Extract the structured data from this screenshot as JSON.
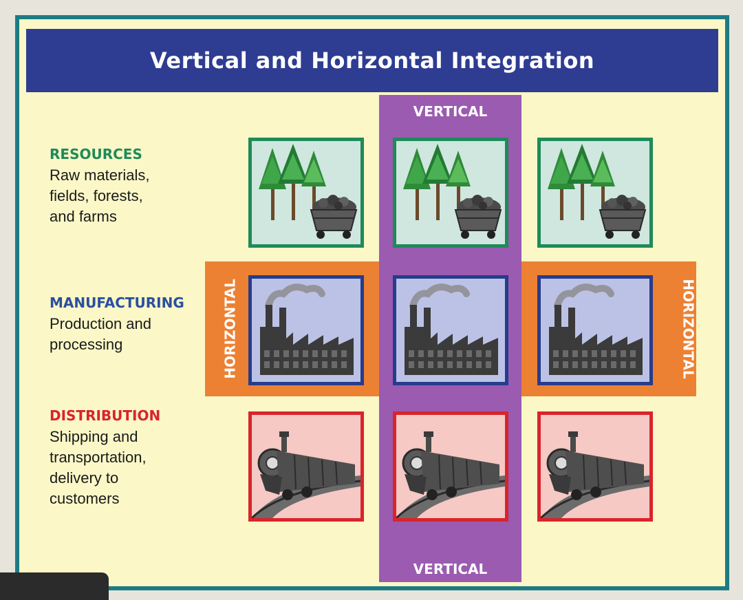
{
  "title": "Vertical and Horizontal Integration",
  "labels": {
    "vertical_top": "VERTICAL",
    "vertical_bottom": "VERTICAL",
    "horizontal_left": "HORIZONTAL",
    "horizontal_right": "HORIZONTAL"
  },
  "rows": [
    {
      "heading": "RESOURCES",
      "heading_color": "#1f8a5a",
      "lines": [
        "Raw materials,",
        "fields, forests,",
        "and farms"
      ]
    },
    {
      "heading": "MANUFACTURING",
      "heading_color": "#2b4fa0",
      "lines": [
        "Production and",
        "processing"
      ]
    },
    {
      "heading": "DISTRIBUTION",
      "heading_color": "#d9242b",
      "lines": [
        "Shipping and",
        "transportation,",
        "delivery to",
        "customers"
      ]
    }
  ],
  "colors": {
    "panel_background": "#fbf7c7",
    "panel_border": "#1e7b84",
    "title_bar": "#2e3c92",
    "vertical_bar": "#9b5bb0",
    "horizontal_bar": "#ec8133"
  },
  "icons": {
    "resources": "trees-and-ore-cart-icon",
    "manufacturing": "factory-icon",
    "distribution": "steam-locomotive-icon"
  }
}
